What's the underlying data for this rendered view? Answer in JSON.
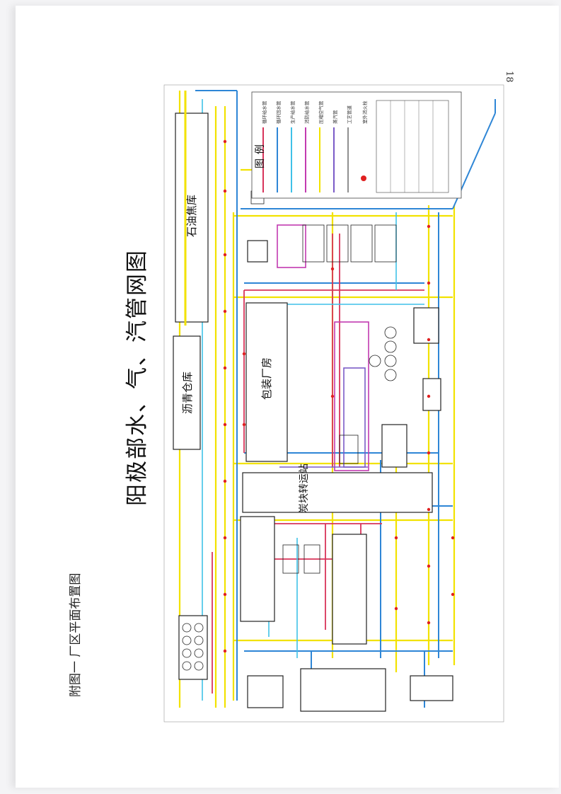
{
  "page": {
    "page_number": "18",
    "caption": "附图一 厂区平面布置图",
    "title": "阳极部水、气、汽管网图"
  },
  "buildings": {
    "oil_coke_shed": "石油焦库",
    "pitch_warehouse": "沥青仓库",
    "packing_plant": "包装厂房",
    "carbon_transfer_station": "炭块转运站"
  },
  "legend": {
    "title": "图例",
    "items": [
      "循环给水管",
      "循环回水管",
      "生产给水管",
      "消防给水管",
      "压缩空气管",
      "蒸汽管",
      "工艺管道",
      "室外消火栓"
    ]
  },
  "colors": {
    "yellow_pipe": "#f2e200",
    "blue_pipe": "#2e86d6",
    "red_pipe": "#d8345a",
    "cyan_pipe": "#3fc1e8",
    "magenta_pipe": "#c23ab0",
    "purple_pipe": "#7b5bc7",
    "hydrant": "#e02020",
    "outline": "#222222"
  }
}
